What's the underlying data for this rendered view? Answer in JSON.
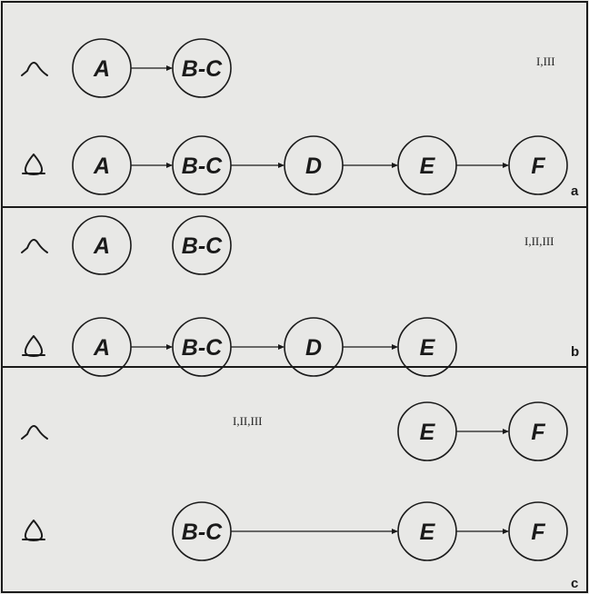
{
  "panels": [
    {
      "letter": "a",
      "annotation": "I,III",
      "rows": [
        {
          "sex": "male",
          "nodes": [
            "A",
            "B-C"
          ],
          "edges": [
            [
              0,
              1
            ]
          ]
        },
        {
          "sex": "female",
          "nodes": [
            "A",
            "B-C",
            "D",
            "E",
            "F"
          ],
          "edges": [
            [
              0,
              1
            ],
            [
              1,
              2
            ],
            [
              2,
              3
            ],
            [
              3,
              4
            ]
          ]
        }
      ]
    },
    {
      "letter": "b",
      "annotation": "I,II,III",
      "rows": [
        {
          "sex": "male",
          "nodes": [
            "A",
            "B-C"
          ],
          "edges": []
        },
        {
          "sex": "female",
          "nodes": [
            "A",
            "B-C",
            "D",
            "E"
          ],
          "edges": [
            [
              0,
              1
            ],
            [
              1,
              2
            ],
            [
              2,
              3
            ]
          ]
        }
      ]
    },
    {
      "letter": "c",
      "annotation": "I,II,III",
      "rows": [
        {
          "sex": "male",
          "nodes": [
            "E",
            "F"
          ],
          "edges": [
            [
              0,
              1
            ]
          ]
        },
        {
          "sex": "female",
          "nodes": [
            "B-C",
            "E",
            "F"
          ],
          "edges": [
            [
              0,
              1
            ],
            [
              1,
              2
            ]
          ]
        }
      ]
    }
  ],
  "colors": {
    "background": "#e8e8e6",
    "ink": "#1a1a1a"
  },
  "icons": {
    "male": "male-symbol-icon",
    "female": "female-symbol-icon"
  }
}
